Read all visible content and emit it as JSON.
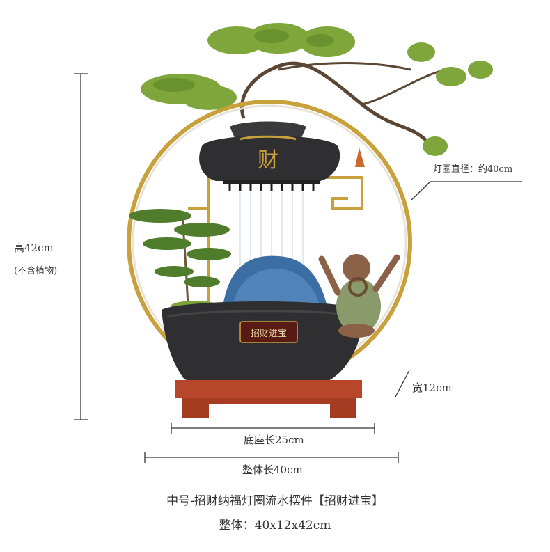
{
  "dimensions": {
    "height": "高42cm",
    "height_note": "(不含植物)",
    "ring_diameter": "灯圈直径：约40cm",
    "width": "宽12cm",
    "base_length": "底座长25cm",
    "total_length": "整体长40cm"
  },
  "product": {
    "title": "中号-招财纳福灯圈流水摆件【招财进宝】",
    "size": "整体：40x12x42cm",
    "bag_character": "财",
    "plaque_text": "招财进宝"
  },
  "colors": {
    "ring": "#c9a13c",
    "ceramic": "#2f2f31",
    "wood_base": "#b8462a",
    "pine": "#7fa63a",
    "water_pool": "#3b6fa3",
    "buddha": "#8a9a6a"
  }
}
